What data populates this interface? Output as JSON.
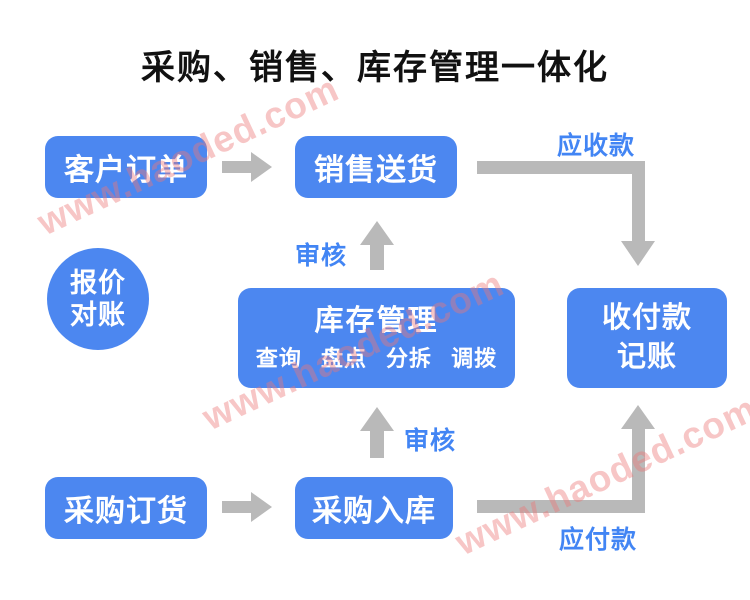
{
  "title": "采购、销售、库存管理一体化",
  "nodes": {
    "customer_order": {
      "label": "客户订单"
    },
    "sales_delivery": {
      "label": "销售送货"
    },
    "quote_reconcile": {
      "line1": "报价",
      "line2": "对账"
    },
    "inventory": {
      "title": "库存管理",
      "subtitle": "查询 盘点 分拆 调拨"
    },
    "payments": {
      "line1": "收付款",
      "line2": "记账"
    },
    "purchase_order": {
      "label": "采购订货"
    },
    "purchase_inbound": {
      "label": "采购入库"
    }
  },
  "edge_labels": {
    "receivable": "应收款",
    "audit_top": "审核",
    "audit_bottom": "审核",
    "payable": "应付款"
  },
  "watermark": {
    "text": "www.haoded.com"
  },
  "colors": {
    "node_blue": "#4c87f0",
    "arrow_gray": "#b9b9b9",
    "label_blue": "#4285f4",
    "watermark_pink": "rgba(235,118,118,0.42)"
  }
}
